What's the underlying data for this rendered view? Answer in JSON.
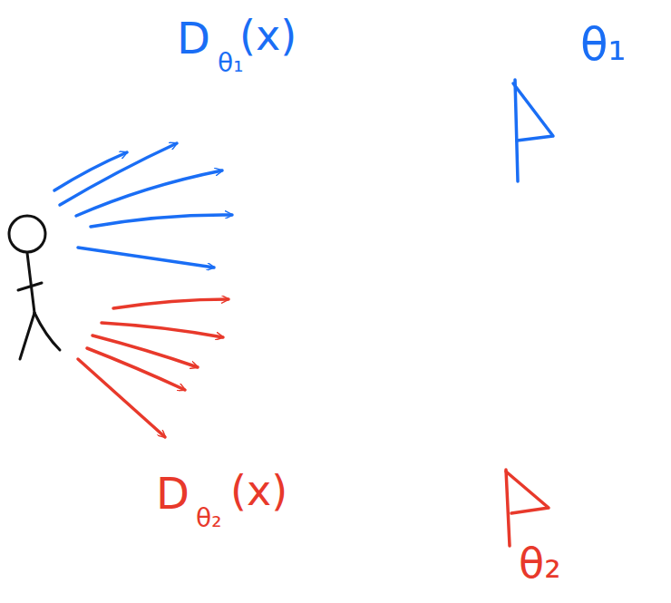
{
  "diagram": {
    "labels": [
      "D",
      "θ₁",
      "(x)",
      "θ₁",
      "D",
      "θ₂",
      "(x)",
      "θ₂"
    ]
  }
}
